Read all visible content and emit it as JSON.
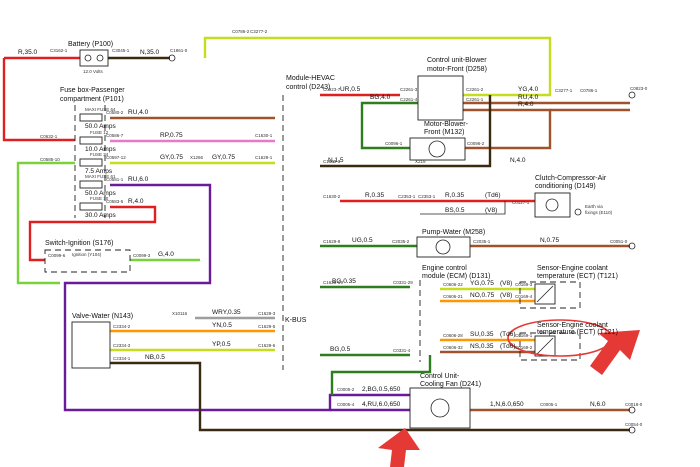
{
  "colors": {
    "red": "#e02020",
    "yellow_green": "#c8dc1e",
    "brown": "#a0522d",
    "green": "#2e7d1e",
    "violet": "#6a1b9a",
    "orange": "#ff9800",
    "grey": "#9e9e9e",
    "pink": "#e879c6",
    "black": "#111111",
    "dark_brown": "#3a2a10",
    "light_green": "#7ad23a",
    "annotation": "#e53935"
  },
  "components": {
    "battery": {
      "title": "Battery (P100)",
      "voltage": "12.0 Volts"
    },
    "fusebox": {
      "title": "Fuse box-Passenger",
      "subtitle": "compartment (P101)"
    },
    "hevac": {
      "title": "Module-HEVAC",
      "subtitle": "control (D243)"
    },
    "blower_ctrl": {
      "title": "Control unit-Blower",
      "subtitle": "motor-Front (D258)"
    },
    "blower_motor": {
      "title": "Motor-Blower-",
      "subtitle": "Front (M132)"
    },
    "clutch": {
      "title": "Clutch-Compressor-Air",
      "subtitle": "conditioning (D149)",
      "earth": "Earth via",
      "earth2": "fixings (E110)"
    },
    "pump": {
      "title": "Pump-Water (M258)"
    },
    "ecm": {
      "title": "Engine control",
      "subtitle": "module (ECM) (D131)"
    },
    "ect1": {
      "title": "Sensor-Engine coolant",
      "subtitle": "temperature (ECT) (T121)"
    },
    "ect2": {
      "title": "Sensor-Engine coolant",
      "subtitle": "temperature (ECT) (T121)"
    },
    "switch": {
      "title": "Switch-Ignition (S176)",
      "inner": "Ignition (Y104)"
    },
    "valve": {
      "title": "Valve-Water (N143)"
    },
    "fan": {
      "title": "Control Unit-",
      "subtitle": "Cooling Fan (D241)"
    },
    "kbus": "K-BUS"
  },
  "fuses": [
    {
      "name": "MAXI FUSE 64",
      "rating": "50.0 Amps"
    },
    {
      "name": "FUSE 12",
      "rating": "10.0 Amps"
    },
    {
      "name": "FUSE 34",
      "rating": "7.5 Amps"
    },
    {
      "name": "MAXI FUSE 61",
      "rating": "50.0 Amps"
    },
    {
      "name": "FUSE 10",
      "rating": "30.0 Amps"
    }
  ],
  "wire_labels": {
    "r35": "R,35.0",
    "n35": "N,35.0",
    "ru4a": "RU,4.0",
    "rp075": "RP,0.75",
    "gy075": "GY,0.75",
    "gy075b": "GY,0.75",
    "ru6": "RU,6.0",
    "r4a": "R,4.0",
    "g4": "G,4.0",
    "yg4": "YG,4.0",
    "ur05": "UR,0.5",
    "bg4": "BG,4.0",
    "ru4b": "RU,4.0",
    "r4b": "R,4.0",
    "n15": "N,1.5",
    "n4": "N,4.0",
    "r035": "R,0.35",
    "r035b": "R,0.35",
    "bs05": "BS,0.5",
    "ug05": "UG,0.5",
    "n075": "N,0.75",
    "bg035": "BG,0.35",
    "yg075": "YG,0.75",
    "no075": "NO,0.75",
    "su035": "SU,0.35",
    "ns035": "NS,0.35",
    "bg05": "BG,0.5",
    "wry035": "WRY,0.35",
    "yn05": "YN,0.5",
    "yp05": "YP,0.5",
    "nb05": "NB,0.5",
    "bg065": "2,BG,0.5,650",
    "ru065": "4,RU,6.0,650",
    "n6650": "1,N,6.0,650",
    "n6": "N,6.0",
    "td6a": "(Td6)",
    "v8a": "(V8)",
    "v8b": "(V8)",
    "v8c": "(V8)",
    "td6b": "(Td6)",
    "td6c": "(Td6)"
  },
  "connectors": {
    "c3162": "C3162-1",
    "c3045": "C3045-1",
    "c1861": "C1861-0",
    "c0786": "C0786-2",
    "c3277": "C3277-2",
    "c0580": "C0580-2",
    "c0586": "C0586-7",
    "c0597": "C0597-12",
    "x1266": "X1266",
    "c0581": "C0581-1",
    "c0583": "C0583-5",
    "c0632": "C0632-1",
    "c0585": "C0585-10",
    "c1630_1": "C1630-1",
    "c1629_1": "C1629-1",
    "c0923": "C0923-7",
    "c2261_3": "C2261-3",
    "c2261_2": "C2261-2",
    "c2261_4": "C2261-4",
    "c2261_1": "C2261-1",
    "c3277_1": "C3277-1",
    "c0786_1": "C0786-1",
    "c0823": "C0823-0",
    "c0096": "C0096-1",
    "c0096_2": "C0096-2",
    "c1630_3": "C1630-3",
    "x219": "X219",
    "c1630_2": "C1630-2",
    "c2353": "C2353-1",
    "c2353b": "C2353-1",
    "c0127": "C0127-1",
    "c1629_9": "C1629-9",
    "c2035": "C2035-2",
    "c2035b": "C2035-1",
    "c0051": "C0051-0",
    "c1629_17": "C1629-17",
    "c0331": "C0331-29",
    "c0606_22": "C0606-22",
    "c0606_21": "C0606-21",
    "c0606_28": "C0606-28",
    "c0606_32": "C0606-32",
    "c0169_3": "C0169-3",
    "c0169_4": "C0169-4",
    "c0331_4": "C0331-4",
    "c0169_1": "C0169-1",
    "c0169_2": "C0169-2",
    "x10116": "X10116",
    "c1629_3": "C1629-3",
    "c1629_5": "C1629-5",
    "c1629_6": "C1629-6",
    "c2334_2": "C2334-2",
    "c2334_3": "C2334-3",
    "c2334_1": "C2334-1",
    "c0099": "C0099-6",
    "c0099b": "C0099-3",
    "c0005_2": "C0005-2",
    "c0005_4": "C0005-4",
    "c0005_1": "C0005-1",
    "c0018": "C0018-0",
    "c0054": "C0054-0"
  }
}
